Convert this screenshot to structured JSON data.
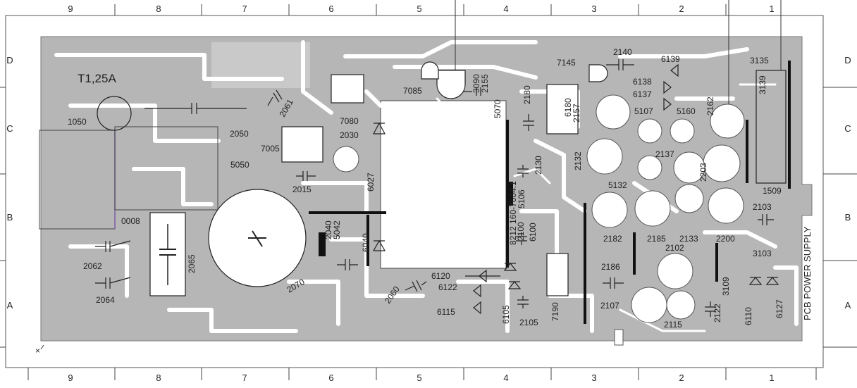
{
  "grid": {
    "columns": [
      "9",
      "8",
      "7",
      "6",
      "5",
      "4",
      "3",
      "2",
      "1"
    ],
    "rows": [
      "D",
      "C",
      "B",
      "A"
    ]
  },
  "board": {
    "fuse_label": "T1,25A",
    "side_label": "PCB POWER SUPPLY",
    "components": [
      {
        "id": "1050",
        "label": "1050"
      },
      {
        "id": "0008",
        "label": "0008"
      },
      {
        "id": "2062",
        "label": "2062"
      },
      {
        "id": "2064",
        "label": "2064"
      },
      {
        "id": "2065",
        "label": "2065"
      },
      {
        "id": "2050",
        "label": "2050"
      },
      {
        "id": "5050",
        "label": "5050"
      },
      {
        "id": "2061",
        "label": "2061"
      },
      {
        "id": "2070",
        "label": "2070"
      },
      {
        "id": "7005",
        "label": "7005"
      },
      {
        "id": "2015",
        "label": "2015"
      },
      {
        "id": "7080",
        "label": "7080"
      },
      {
        "id": "2030",
        "label": "2030"
      },
      {
        "id": "5042",
        "label": "5042"
      },
      {
        "id": "2040",
        "label": "2040"
      },
      {
        "id": "6040",
        "label": "6040"
      },
      {
        "id": "6027",
        "label": "6027"
      },
      {
        "id": "7085",
        "label": "7085"
      },
      {
        "id": "3090",
        "label": "3090"
      },
      {
        "id": "2155",
        "label": "2155"
      },
      {
        "id": "2180",
        "label": "2180"
      },
      {
        "id": "5070",
        "label": "5070"
      },
      {
        "id": "2130",
        "label": "2130"
      },
      {
        "id": "5106",
        "label": "5106"
      },
      {
        "id": "8212",
        "label": "8212 160-7004.1"
      },
      {
        "id": "2100",
        "label": "2100"
      },
      {
        "id": "6100",
        "label": "6100"
      },
      {
        "id": "2060",
        "label": "2060"
      },
      {
        "id": "6120",
        "label": "6120"
      },
      {
        "id": "6122",
        "label": "6122"
      },
      {
        "id": "6115",
        "label": "6115"
      },
      {
        "id": "6105",
        "label": "6105"
      },
      {
        "id": "2105",
        "label": "2105"
      },
      {
        "id": "7190",
        "label": "7190"
      },
      {
        "id": "7145",
        "label": "7145"
      },
      {
        "id": "2140",
        "label": "2140"
      },
      {
        "id": "6180",
        "label": "6180"
      },
      {
        "id": "2157",
        "label": "2157"
      },
      {
        "id": "2132",
        "label": "2132"
      },
      {
        "id": "6139",
        "label": "6139"
      },
      {
        "id": "6138",
        "label": "6138"
      },
      {
        "id": "6137",
        "label": "6137"
      },
      {
        "id": "5107",
        "label": "5107"
      },
      {
        "id": "5160",
        "label": "5160"
      },
      {
        "id": "2162",
        "label": "2162"
      },
      {
        "id": "3135",
        "label": "3135"
      },
      {
        "id": "3139",
        "label": "3139"
      },
      {
        "id": "2137",
        "label": "2137"
      },
      {
        "id": "2203",
        "label": "2203"
      },
      {
        "id": "5132",
        "label": "5132"
      },
      {
        "id": "1509",
        "label": "1509"
      },
      {
        "id": "2182",
        "label": "2182"
      },
      {
        "id": "2185",
        "label": "2185"
      },
      {
        "id": "2133",
        "label": "2133"
      },
      {
        "id": "2200",
        "label": "2200"
      },
      {
        "id": "2103",
        "label": "2103"
      },
      {
        "id": "3103",
        "label": "3103"
      },
      {
        "id": "2186",
        "label": "2186"
      },
      {
        "id": "2102",
        "label": "2102"
      },
      {
        "id": "3109",
        "label": "3109"
      },
      {
        "id": "2107",
        "label": "2107"
      },
      {
        "id": "2115",
        "label": "2115"
      },
      {
        "id": "2122",
        "label": "2122"
      },
      {
        "id": "6110",
        "label": "6110"
      },
      {
        "id": "6127",
        "label": "6127"
      }
    ]
  }
}
